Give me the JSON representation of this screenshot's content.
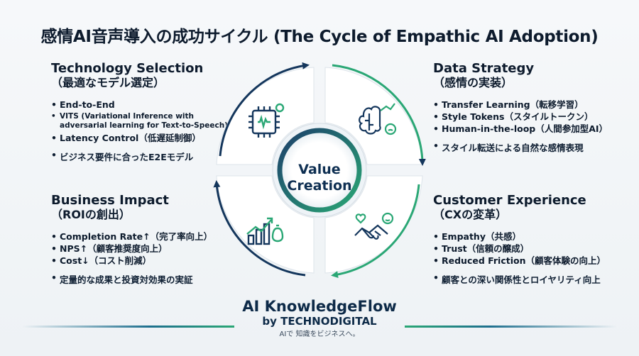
{
  "title": "感情AI音声導入の成功サイクル (The Cycle of Empathic AI Adoption)",
  "center": {
    "line1": "Value",
    "line2": "Creation"
  },
  "quadrants": {
    "technology": {
      "heading": "Technology Selection",
      "sub": "（最適なモデル選定）",
      "items": [
        "End-to-End",
        "VITS (Variational Inference with adversarial learning for Text-to-Speech)",
        "Latency Control（低遅延制御）"
      ],
      "note": "ビジネス要件に合ったE2Eモデル",
      "icon": "ai-chip-icon"
    },
    "data": {
      "heading": "Data Strategy",
      "sub": "（感情の実装）",
      "items": [
        "Transfer Learning（転移学習）",
        "Style Tokens（スタイルトークン）",
        "Human-in-the-loop（人間参加型AI）"
      ],
      "note": "スタイル転送による自然な感情表現",
      "icon": "brain-emotion-icon"
    },
    "business": {
      "heading": "Business Impact",
      "sub": "（ROIの創出）",
      "items": [
        "Completion Rate↑（完了率向上）",
        "NPS↑（顧客推奨度向上）",
        "Cost↓（コスト削減）"
      ],
      "note": "定量的な成果と投資対効果の実証",
      "icon": "growth-chart-icon"
    },
    "customer": {
      "heading": "Customer Experience",
      "sub": "（CXの変革）",
      "items": [
        "Empathy（共感）",
        "Trust（信頼の醸成）",
        "Reduced Friction（顧客体験の向上）"
      ],
      "note": "顧客との深い関係性とロイヤリティ向上",
      "icon": "handshake-icon"
    }
  },
  "footer": {
    "brand": "AI KnowledgeFlow",
    "by": "by TECHNODIGITAL",
    "tagline": "AIで 知識をビジネスへ。"
  },
  "colors": {
    "navy": "#14365c",
    "green": "#2aa775",
    "teal": "#1e6f8e"
  }
}
